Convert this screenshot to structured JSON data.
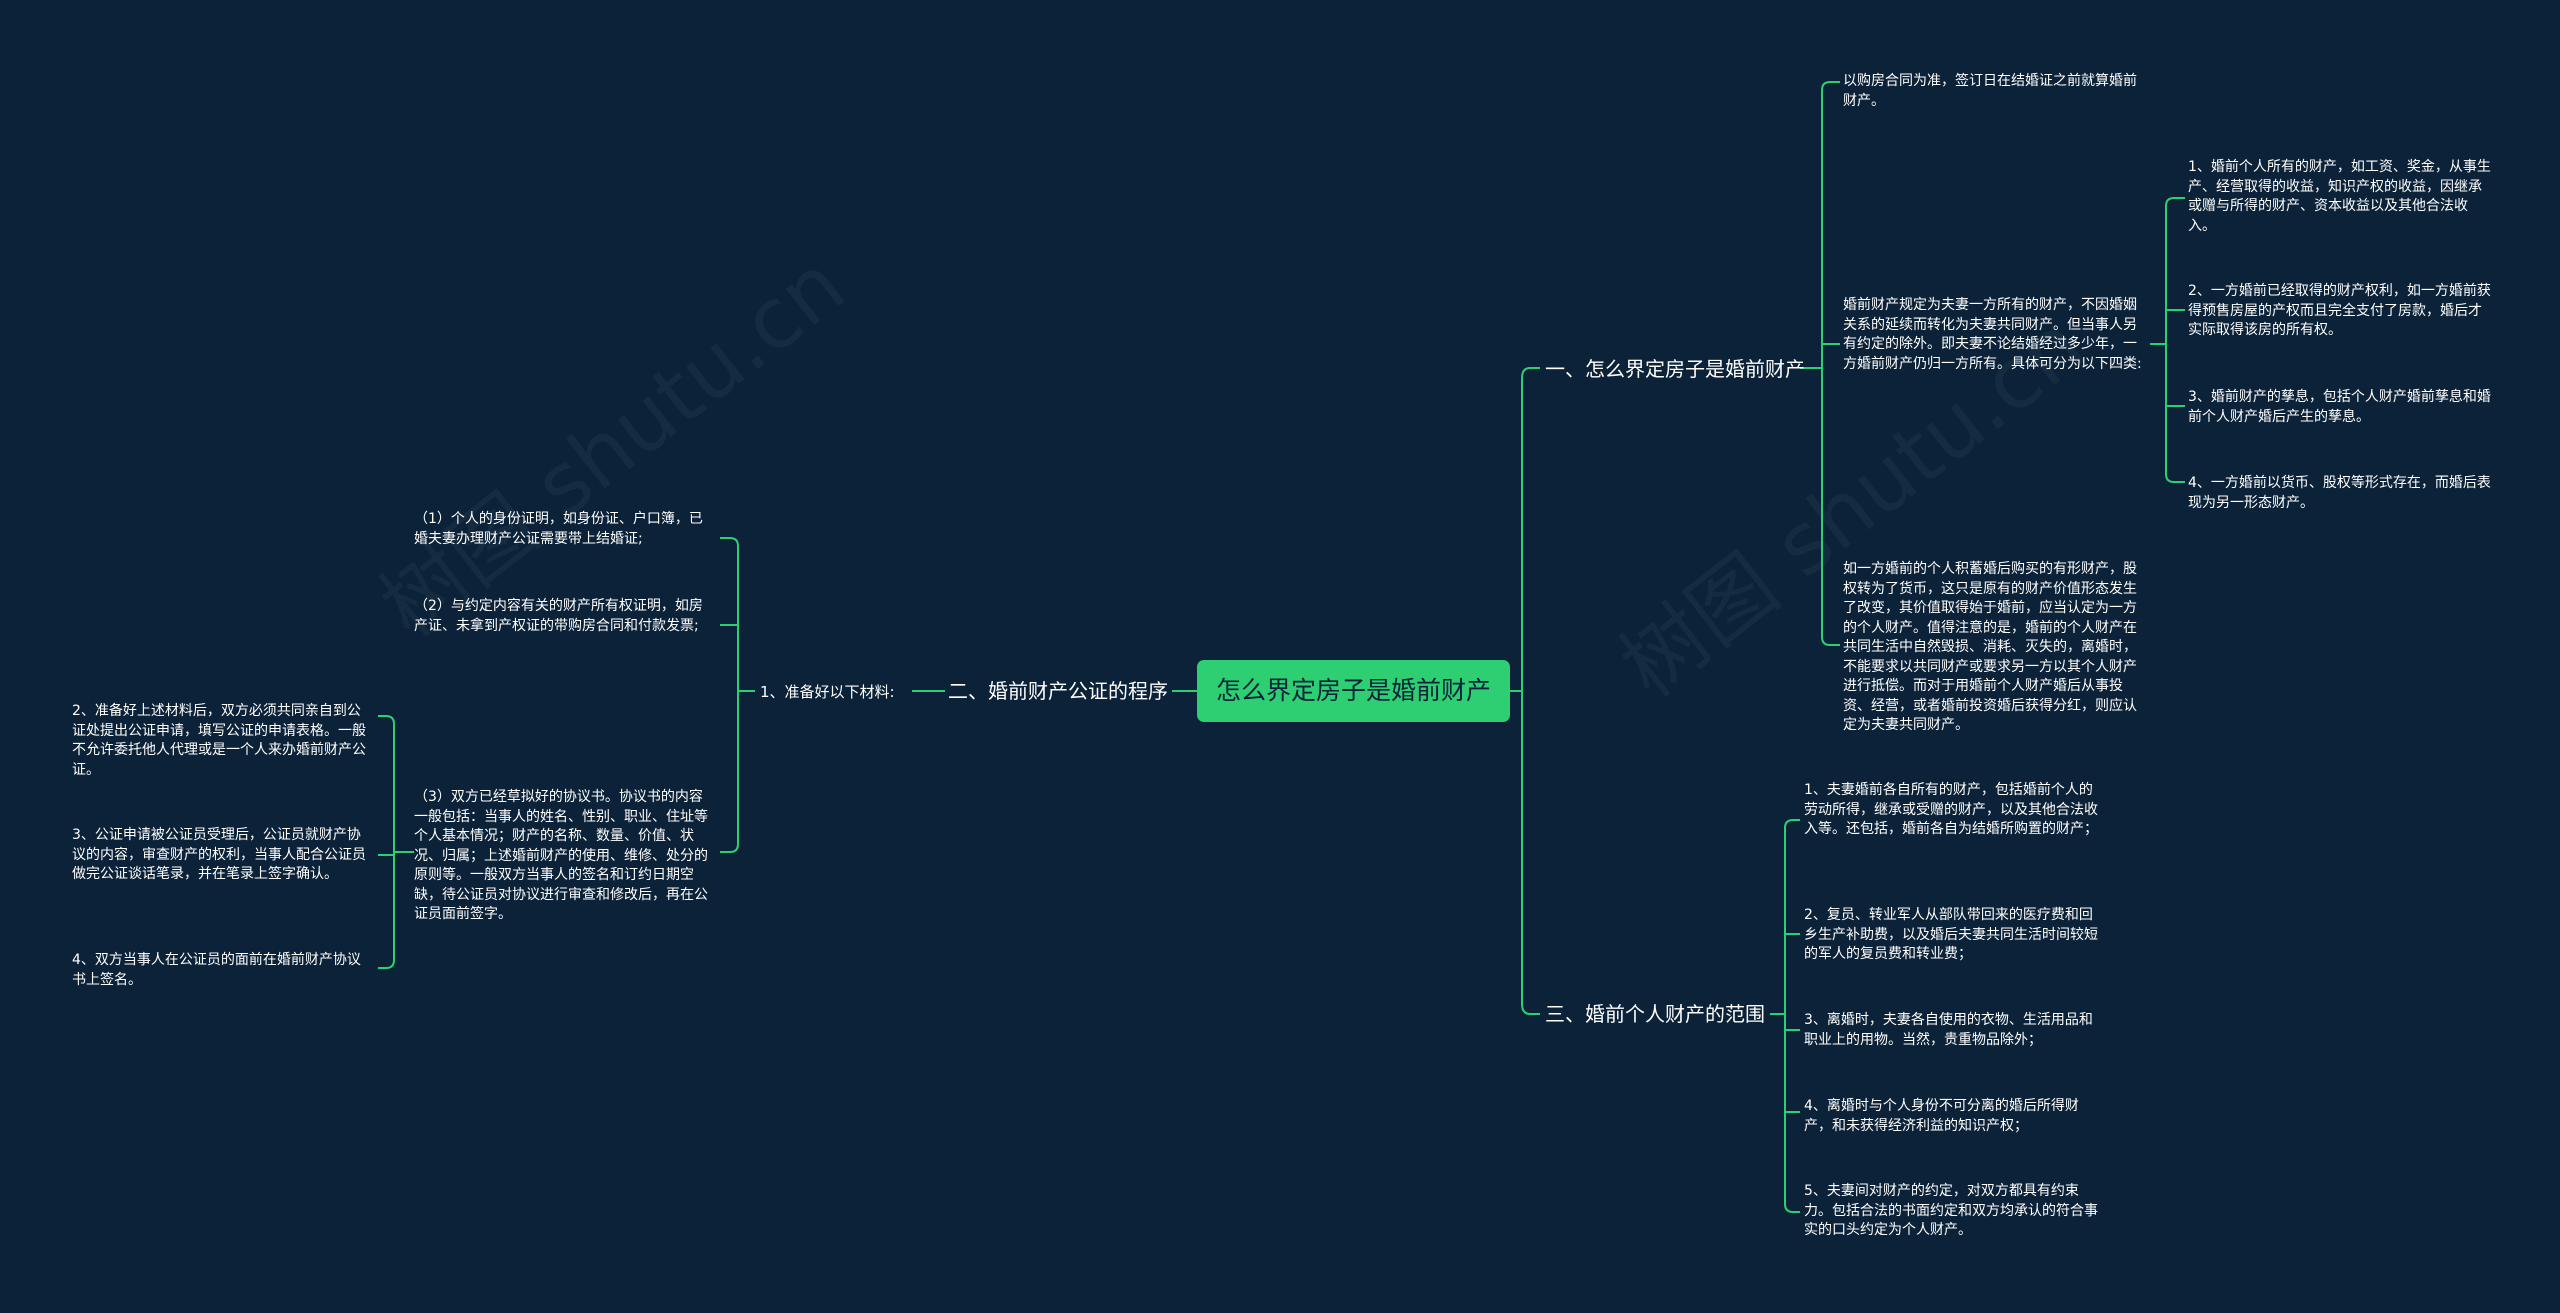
{
  "watermark": "树图 shutu.cn",
  "colors": {
    "background": "#0b2238",
    "line": "#2ecf72",
    "root_fill": "#2ecf72",
    "text": "#ffffff"
  },
  "root": "怎么界定房子是婚前财产",
  "branches": {
    "b1": {
      "label": "一、怎么界定房子是婚前财产",
      "items": {
        "c1": "以购房合同为准，签订日在结婚证之前就算婚前财产。",
        "c2": "婚前财产规定为夫妻一方所有的财产，不因婚姻关系的延续而转化为夫妻共同财产。但当事人另有约定的除外。即夫妻不论结婚经过多少年，一方婚前财产仍归一方所有。具体可分为以下四类:",
        "c2_children": [
          "1、婚前个人所有的财产，如工资、奖金，从事生产、经营取得的收益，知识产权的收益，因继承或赠与所得的财产、资本收益以及其他合法收入。",
          "2、一方婚前已经取得的财产权利，如一方婚前获得预售房屋的产权而且完全支付了房款，婚后才实际取得该房的所有权。",
          "3、婚前财产的孳息，包括个人财产婚前孳息和婚前个人财产婚后产生的孳息。",
          "4、一方婚前以货币、股权等形式存在，而婚后表现为另一形态财产。"
        ],
        "c3": "如一方婚前的个人积蓄婚后购买的有形财产，股权转为了货币，这只是原有的财产价值形态发生了改变，其价值取得始于婚前，应当认定为一方的个人财产。值得注意的是，婚前的个人财产在共同生活中自然毁损、消耗、灭失的，离婚时，不能要求以共同财产或要求另一方以其个人财产进行抵偿。而对于用婚前个人财产婚后从事投资、经营，或者婚前投资婚后获得分红，则应认定为夫妻共同财产。"
      }
    },
    "b2": {
      "label": "二、婚前财产公证的程序",
      "sub": "1、准备好以下材料:",
      "materials": [
        "（1）个人的身份证明，如身份证、户口簿，已婚夫妻办理财产公证需要带上结婚证;",
        "（2）与约定内容有关的财产所有权证明，如房产证、未拿到产权证的带购房合同和付款发票;",
        "（3）双方已经草拟好的协议书。协议书的内容一般包括：当事人的姓名、性别、职业、住址等个人基本情况；财产的名称、数量、价值、状况、归属；上述婚前财产的使用、维修、处分的原则等。一般双方当事人的签名和订约日期空缺，待公证员对协议进行审查和修改后，再在公证员面前签字。"
      ],
      "steps": [
        "2、准备好上述材料后，双方必须共同亲自到公证处提出公证申请，填写公证的申请表格。一般不允许委托他人代理或是一个人来办婚前财产公证。",
        "3、公证申请被公证员受理后，公证员就财产协议的内容，审查财产的权利，当事人配合公证员做完公证谈话笔录，并在笔录上签字确认。",
        "4、双方当事人在公证员的面前在婚前财产协议书上签名。"
      ]
    },
    "b3": {
      "label": "三、婚前个人财产的范围",
      "items": [
        "1、夫妻婚前各自所有的财产，包括婚前个人的劳动所得，继承或受赠的财产，以及其他合法收入等。还包括，婚前各自为结婚所购置的财产；",
        "2、复员、转业军人从部队带回来的医疗费和回乡生产补助费，以及婚后夫妻共同生活时间较短的军人的复员费和转业费；",
        "3、离婚时，夫妻各自使用的衣物、生活用品和职业上的用物。当然，贵重物品除外；",
        "4、离婚时与个人身份不可分离的婚后所得财产，和未获得经济利益的知识产权；",
        "5、夫妻间对财产的约定，对双方都具有约束力。包括合法的书面约定和双方均承认的符合事实的口头约定为个人财产。"
      ]
    }
  }
}
